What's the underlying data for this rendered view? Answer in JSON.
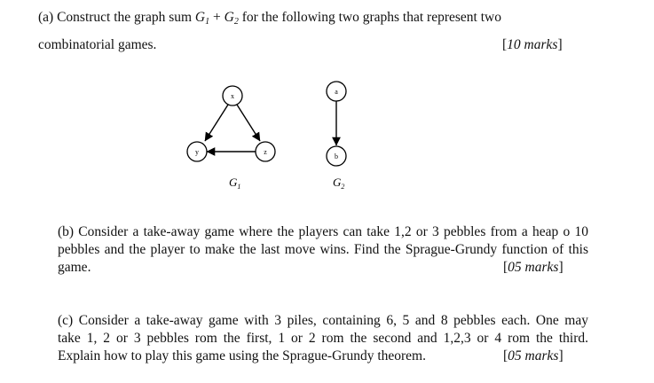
{
  "part_a": {
    "line1_pre": "(a) Construct the graph sum ",
    "g1_letter": "G",
    "g1_sub": "1",
    "plus": " + ",
    "g2_letter": "G",
    "g2_sub": "2",
    "line1_post": " for the following two graphs that represent two",
    "line2": "combinatorial games.",
    "marks_open": "[",
    "marks": "10 marks",
    "marks_close": "]"
  },
  "graph1": {
    "nodes": [
      "x",
      "y",
      "z"
    ],
    "label_letter": "G",
    "label_sub": "1"
  },
  "graph2": {
    "nodes": [
      "a",
      "b"
    ],
    "label_letter": "G",
    "label_sub": "2"
  },
  "part_b": {
    "line1": "(b) Consider a take-away game where the players can take 1,2 or 3 pebbles from a heap o 10",
    "line2": "pebbles and the player to make the last move wins. Find the Sprague-Grundy function of this",
    "line3": "game.",
    "marks_open": "[",
    "marks": "05 marks",
    "marks_close": "]"
  },
  "part_c": {
    "line1": "(c) Consider a take-away game with 3 piles, containing 6, 5 and 8 pebbles each. One may",
    "line2": "take 1, 2 or 3 pebbles rom the first, 1 or 2 rom the second and 1,2,3 or 4 rom the third.",
    "line3": "Explain how to play this game using the Sprague-Grundy theorem.",
    "marks_open": "[",
    "marks": "05 marks",
    "marks_close": "]"
  }
}
